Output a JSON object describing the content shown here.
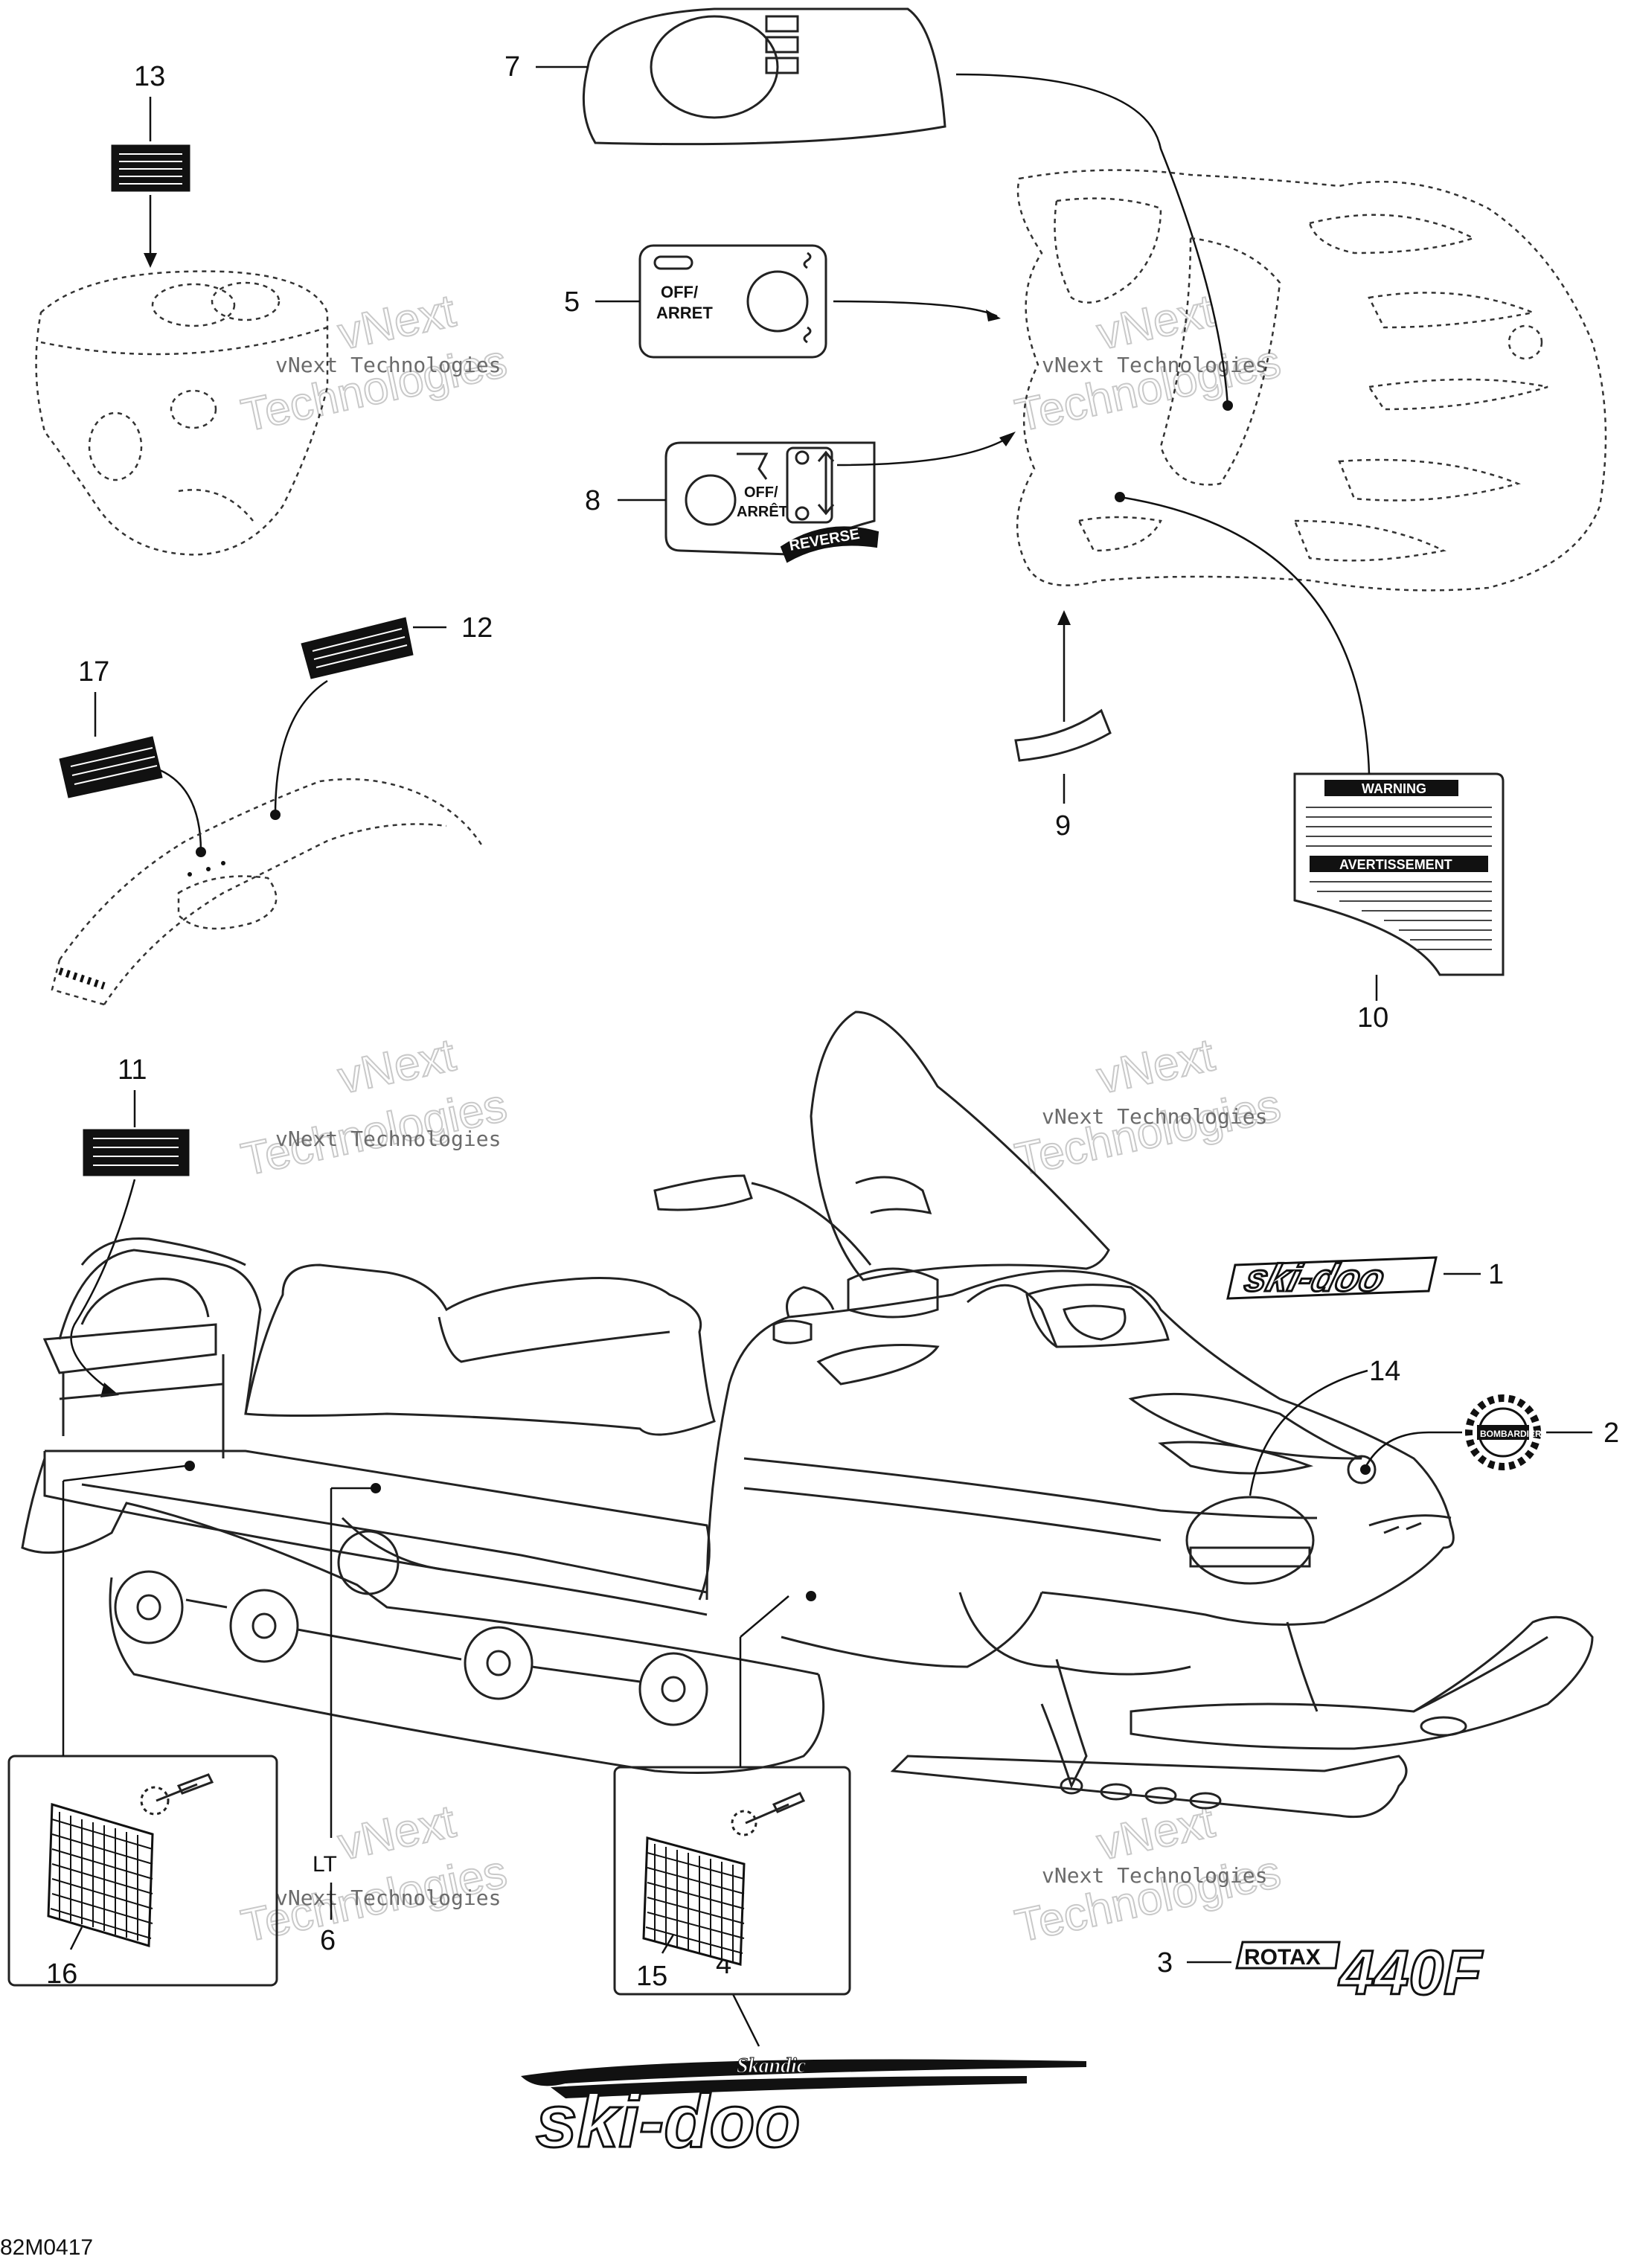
{
  "callouts": {
    "c1": "1",
    "c2": "2",
    "c3": "3",
    "c4": "4",
    "c5": "5",
    "c6": "6",
    "c7": "7",
    "c8": "8",
    "c9": "9",
    "c10": "10",
    "c11": "11",
    "c12": "12",
    "c13": "13",
    "c14": "14",
    "c15": "15",
    "c16": "16",
    "c17": "17"
  },
  "labels": {
    "lt": "LT",
    "off_arret_1": "OFF/",
    "off_arret_2": "ARRET",
    "off_arret_3": "OFF/",
    "off_arret_4": "ARRÊT",
    "reverse": "REVERSE",
    "skidoo_small": "ski-doo",
    "skidoo_large": "ski-doo",
    "skandic": "Skandic",
    "rotax": "ROTAX",
    "rotax_model": "440F",
    "warning": "WARNING",
    "avertissement": "AVERTISSEMENT",
    "bombardier": "BOMBARDIER"
  },
  "watermark": {
    "line1": "vNext",
    "line2": "vNext Technologies",
    "line3": "Technologies"
  },
  "reference": "82M0417"
}
